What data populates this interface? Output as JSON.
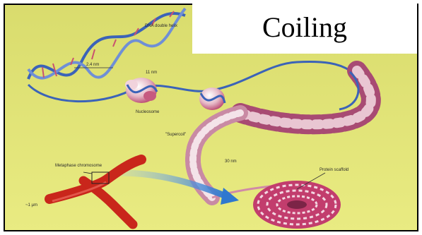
{
  "slide": {
    "title": "Coiling"
  },
  "figure": {
    "labels": {
      "dna_double_helix": "DNA double helix",
      "helix_width": "2.4 nm",
      "nucleosome_width": "11 nm",
      "nucleosome": "Nucleosome",
      "supercoil": "\"Supercoil\"",
      "fiber_width": "30 nm",
      "protein_scaffold": "Protein scaffold",
      "metaphase_chromosome": "Metaphase chromosome",
      "chromosome_width": "~1 µm"
    },
    "colors": {
      "background": "#e8ea7e",
      "dna_blue": "#3b63b8",
      "bead_pink": "#d9a0b4",
      "bead_magenta": "#b53a67",
      "chromosome_red": "#c9261b",
      "arrow_blue": "#3a7fd0"
    }
  }
}
